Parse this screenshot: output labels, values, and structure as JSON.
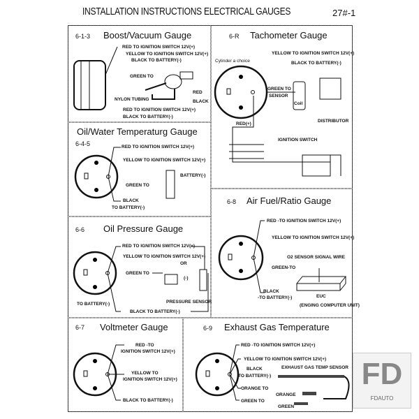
{
  "header": {
    "title": "INSTALLATION INSTRUCTIONS ELECTRICAL GAUGES",
    "code": "27#-1"
  },
  "boost": {
    "num": "6-1-3",
    "title": "Boost/Vacuum Gauge",
    "labels": [
      "RED   TO IGNITION SWITCH 12V(+)",
      "YELLOW   TO IGNITION SWITCH 12V(+)",
      "BLACK   TO BATTERY(-)",
      "GREEN TO",
      "NYLON TUBING",
      "RED",
      "BLACK",
      "RED   TO IGNITION SWITCH 12V(+)",
      "BLACK   TO BATTERY(-)"
    ]
  },
  "tach": {
    "num": "6-R",
    "title": "Tachometer Gauge",
    "labels": [
      "Cylinder a choice",
      "YELLOW   TO IGNITION SWITCH 12V(+)",
      "BLACK  TO BATTERY(-)",
      "GREEN TO",
      "SENSOR",
      "Coil",
      "DISTRIBUTOR",
      "RED(+)",
      "IGNITION SWITCH"
    ]
  },
  "oilwater": {
    "num": "6-4-5",
    "title": "Oil/Water Temperaturg Gauge",
    "labels": [
      "RED TO IGNITION SWITCH 12V(+)",
      "YELLOW   TO IGNITION SWITCH 12V(+)",
      "BATTERY(-)",
      "GREEN TO",
      "BLACK",
      "TO BATTERY(-)"
    ]
  },
  "afr": {
    "num": "6-8",
    "title": "Air Fuel/Ratio Gauge",
    "labels": [
      "RED -TO IGNITION SWITCH 12V(+)",
      "YELLOW   TO IGNITION SWITCH 12V(+)",
      "O2 SENSOR SIGNAL WIRE",
      "GREEN-TO",
      "BLACK",
      "-TO BATTERY(-)",
      "EUC",
      "(ENGING COMPUTER UNIT)"
    ]
  },
  "oilpress": {
    "num": "6-6",
    "title": "Oil Pressure Gauge",
    "labels": [
      "RED TO IGNITION SWITCH 12V(+)",
      "YELLOW TO IGNITION SWITCH 12V(+)",
      "OR",
      "GREEN TO",
      "(-)",
      "TO BATTERY(-)",
      "PRESSURE SENSOR",
      "BLACK TO BATTERY(-)"
    ]
  },
  "volt": {
    "num": "6-7",
    "title": "Voltmeter Gauge",
    "labels": [
      "RED -TO",
      "IGNITION SWITCH 12V(+)",
      "YELLOW   TO",
      "IGNITION SWITCH 12V(+)",
      "BLACK  TO BATTERY(-)"
    ]
  },
  "egt": {
    "num": "6-9",
    "title": "Exhaust Gas Temperature",
    "labels": [
      "RED -TO IGNITION SWITCH 12V(+)",
      "YELLOW   TO IGNITION SWITCH 12V(+)",
      "BLACK",
      "TO BATTERY(-)",
      "EXHAUST GAS TEMP SENSOR",
      "ORANGE TO",
      "ORANGE",
      "GREEN TO",
      "GREEN"
    ]
  },
  "watermark": {
    "logo": "FD",
    "text": "FDAUTO"
  }
}
